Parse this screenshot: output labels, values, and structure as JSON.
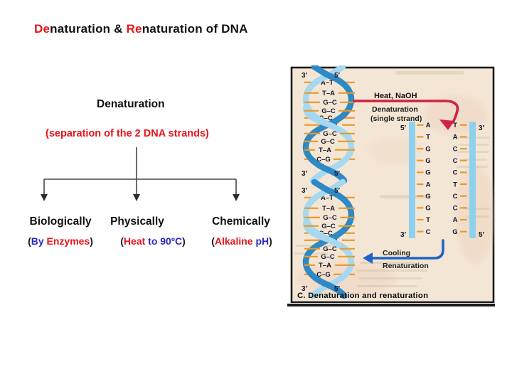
{
  "styles": {
    "red": "color:#e8121a",
    "blue": "color:#2a2ac0",
    "dark": "color:#111111"
  },
  "slide": {
    "title": {
      "seg1": "De",
      "seg2": "naturation & ",
      "seg3": "Re",
      "seg4": "naturation of DNA"
    },
    "heading": "Denaturation",
    "subheading": "(separation of the 2 DNA strands)",
    "branches": [
      {
        "label": "Biologically",
        "open": "(",
        "d1": "By ",
        "d2": "Enzymes",
        "close": ")"
      },
      {
        "label": "Physically",
        "open": "(",
        "d1": "Heat",
        "d2": " to 90ºC",
        "close": ")"
      },
      {
        "label": "Chemically",
        "open": "(",
        "d1": "Alkaline",
        "d2": " pH",
        "close": ")"
      }
    ]
  },
  "figure": {
    "heat_label": "Heat, NaOH",
    "denaturation_label": "Denaturation",
    "denaturation_sub": "(single strand)",
    "cooling_label": "Cooling",
    "renaturation_label": "Renaturation",
    "caption": "C. Denaturation and renaturation",
    "prime_three": "3′",
    "prime_five": "5′",
    "helix_pairs": [
      "A–T",
      "T–A",
      "G–C",
      "G–C",
      "G–C",
      "A–T",
      "G–C",
      "G–C",
      "T–A",
      "C–G"
    ],
    "left_strand": [
      "A",
      "T",
      "G",
      "G",
      "G",
      "A",
      "G",
      "G",
      "T",
      "C"
    ],
    "right_strand": [
      "T",
      "A",
      "C",
      "C",
      "C",
      "T",
      "C",
      "C",
      "A",
      "G"
    ],
    "colors": {
      "scan_bg": "#f4e6d5",
      "ribbon_dark": "#2f89c5",
      "ribbon_light": "#a6d9f1",
      "strand_light": "#8ed1ef",
      "tick_orange": "#e89a28",
      "arrow_red": "#cf2244",
      "arrow_blue": "#1e63c6",
      "frame": "#1c1c1c"
    }
  }
}
